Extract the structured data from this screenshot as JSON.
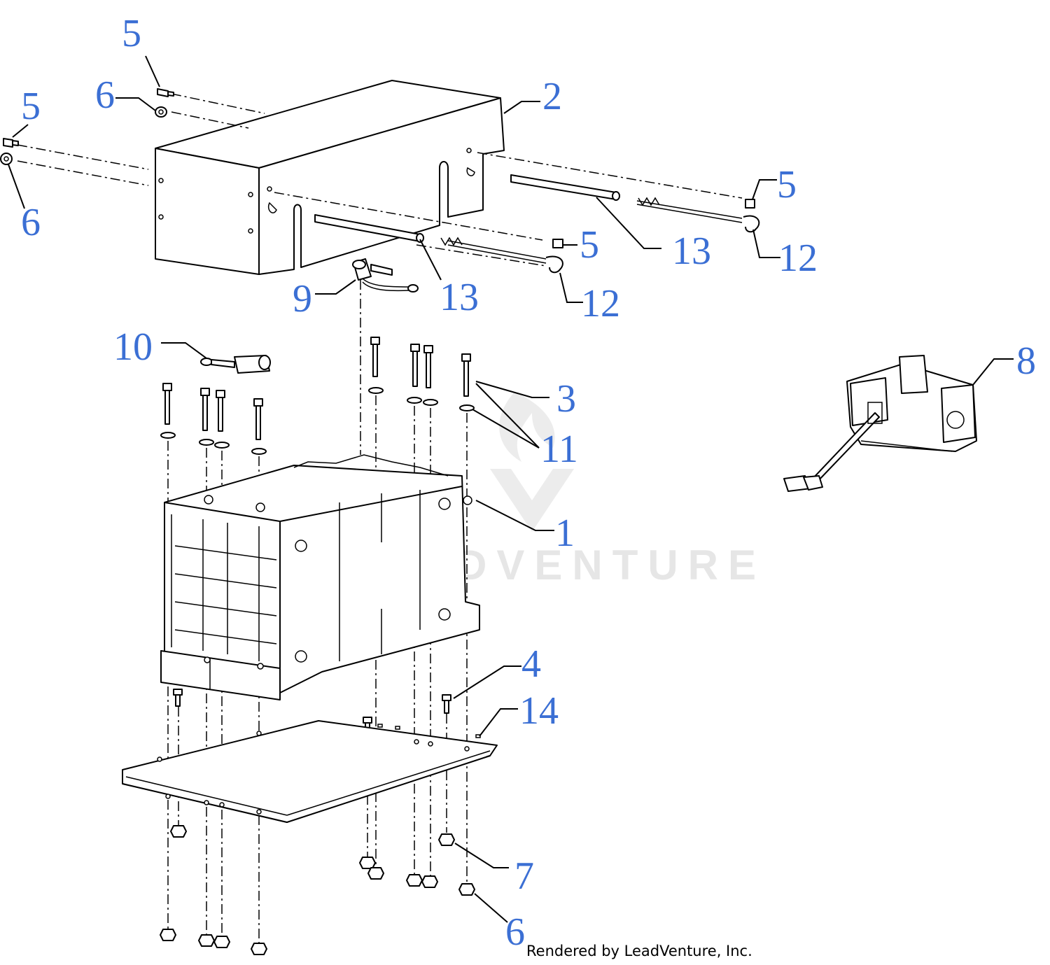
{
  "callouts": [
    {
      "id": "c1",
      "label": "1"
    },
    {
      "id": "c2",
      "label": "2"
    },
    {
      "id": "c3",
      "label": "3"
    },
    {
      "id": "c4",
      "label": "4"
    },
    {
      "id": "c5a",
      "label": "5"
    },
    {
      "id": "c5b",
      "label": "5"
    },
    {
      "id": "c5c",
      "label": "5"
    },
    {
      "id": "c5d",
      "label": "5"
    },
    {
      "id": "c6a",
      "label": "6"
    },
    {
      "id": "c6b",
      "label": "6"
    },
    {
      "id": "c6c",
      "label": "6"
    },
    {
      "id": "c7",
      "label": "7"
    },
    {
      "id": "c8",
      "label": "8"
    },
    {
      "id": "c9",
      "label": "9"
    },
    {
      "id": "c10",
      "label": "10"
    },
    {
      "id": "c11",
      "label": "11"
    },
    {
      "id": "c12a",
      "label": "12"
    },
    {
      "id": "c12b",
      "label": "12"
    },
    {
      "id": "c13a",
      "label": "13"
    },
    {
      "id": "c13b",
      "label": "13"
    },
    {
      "id": "c14",
      "label": "14"
    }
  ],
  "watermark": "LEADVENTURE",
  "footer": {
    "credit": "Rendered by LeadVenture, Inc."
  },
  "colors": {
    "callout": "#3b6fd4",
    "line": "#000000",
    "watermark": "#e6e6e6"
  }
}
